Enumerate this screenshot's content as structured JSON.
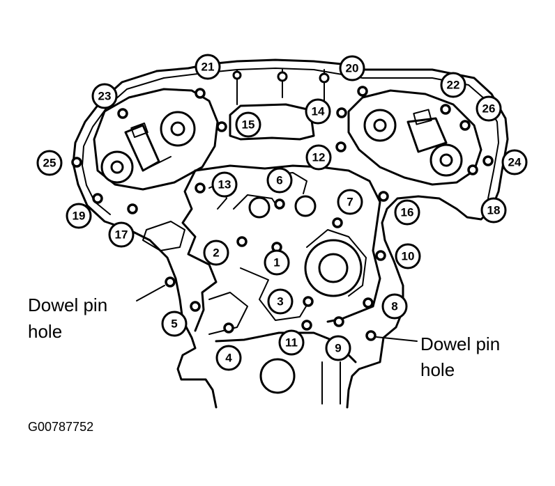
{
  "figure_code": "G00787752",
  "callouts": {
    "dowel_left": [
      "Dowel pin",
      "hole"
    ],
    "dowel_right": [
      "Dowel pin",
      "hole"
    ]
  },
  "bolt_labels": [
    "1",
    "2",
    "3",
    "4",
    "5",
    "6",
    "7",
    "8",
    "9",
    "10",
    "11",
    "12",
    "13",
    "14",
    "15",
    "16",
    "17",
    "18",
    "19",
    "20",
    "21",
    "22",
    "23",
    "24",
    "25",
    "26"
  ],
  "colors": {
    "ink": "#000000",
    "paper": "#ffffff"
  }
}
